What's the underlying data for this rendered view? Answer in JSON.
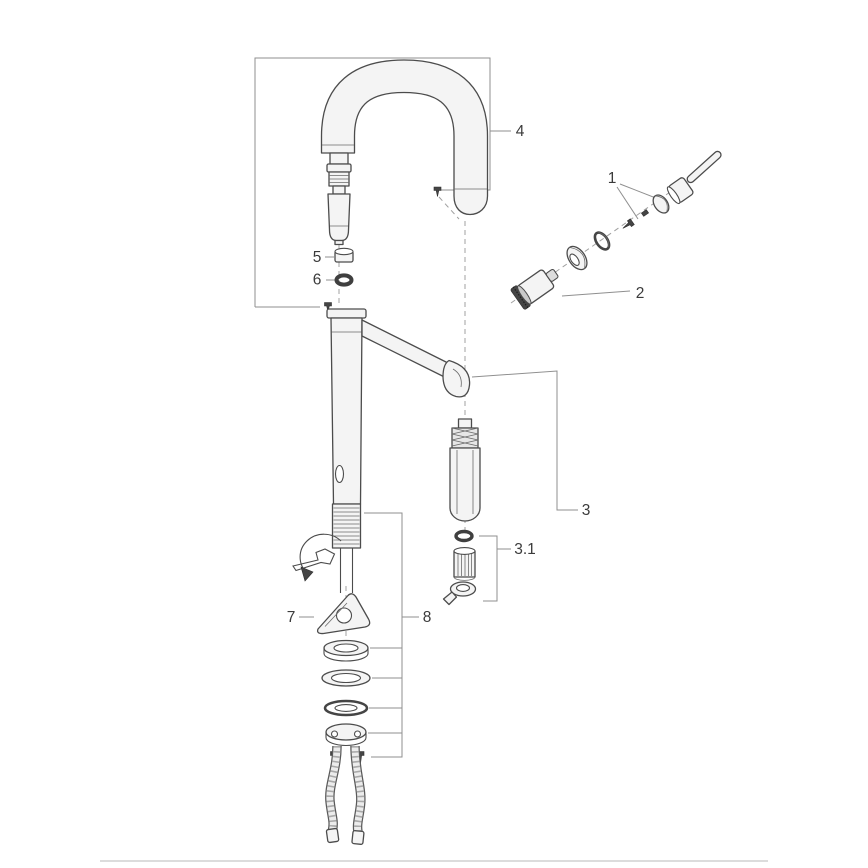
{
  "diagram": {
    "kind": "exploded-parts-diagram",
    "subject": "single-lever kitchen faucet with pull-out spray",
    "callout_labels": {
      "part1": "1",
      "part2": "2",
      "part3": "3",
      "part3_1": "3.1",
      "part4": "4",
      "part5": "5",
      "part6": "6",
      "part7": "7",
      "part8": "8"
    },
    "colors": {
      "background": "#ffffff",
      "outline": "#4c4c4c",
      "leader_line": "#8f8f8f",
      "divider": "#dcdcdc"
    },
    "symbols": {
      "wrench": "open-end-wrench",
      "rotation_arrow": "curved-arrow"
    }
  }
}
